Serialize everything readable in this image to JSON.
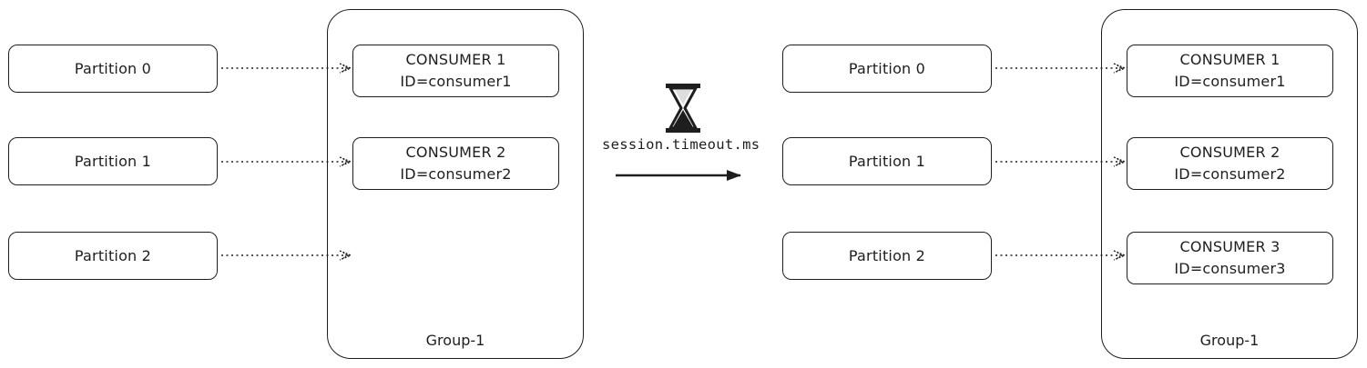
{
  "before": {
    "partitions": [
      {
        "label": "Partition 0"
      },
      {
        "label": "Partition 1"
      },
      {
        "label": "Partition 2"
      }
    ],
    "consumers": [
      {
        "name": "CONSUMER 1",
        "id": "ID=consumer1"
      },
      {
        "name": "CONSUMER 2",
        "id": "ID=consumer2"
      }
    ],
    "group_label": "Group-1"
  },
  "transition": {
    "label": "session.timeout.ms",
    "icon": "hourglass-icon"
  },
  "after": {
    "partitions": [
      {
        "label": "Partition 0"
      },
      {
        "label": "Partition 1"
      },
      {
        "label": "Partition 2"
      }
    ],
    "consumers": [
      {
        "name": "CONSUMER 1",
        "id": "ID=consumer1"
      },
      {
        "name": "CONSUMER 2",
        "id": "ID=consumer2"
      },
      {
        "name": "CONSUMER 3",
        "id": "ID=consumer3"
      }
    ],
    "group_label": "Group-1"
  },
  "colors": {
    "stroke": "#1e1e1e",
    "background": "#ffffff"
  }
}
